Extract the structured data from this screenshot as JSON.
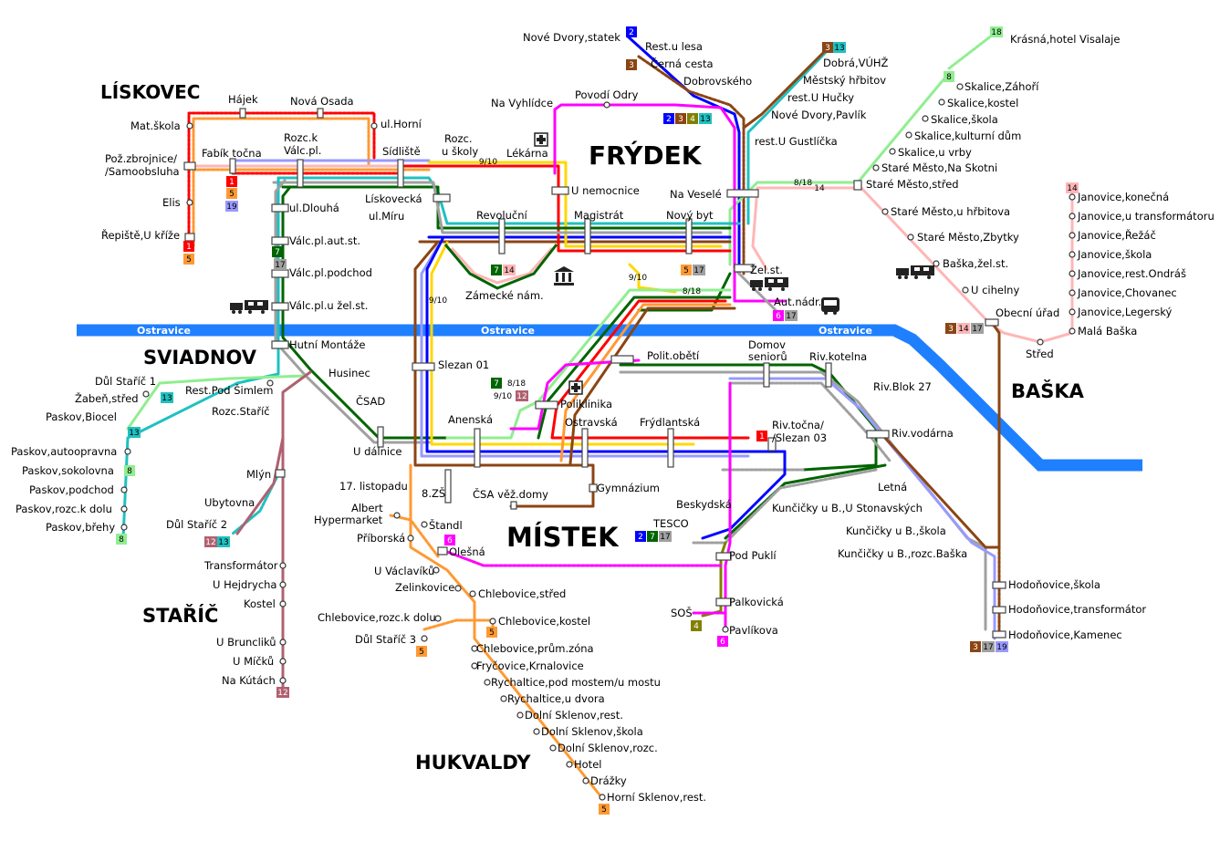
{
  "colors": {
    "l1": "#ff0000",
    "l2": "#0000ff",
    "l3": "#8b4513",
    "l4": "#808000",
    "l5": "#ff9933",
    "l6": "#ff00ff",
    "l7": "#006400",
    "l8": "#90ee90",
    "l9": "#ffd700",
    "l12": "#b06070",
    "l13": "#20c0c0",
    "l14": "#ffb6b6",
    "l17": "#a0a0a0",
    "l19": "#9999ff",
    "river": "#1e7fff"
  },
  "areas": [
    {
      "id": "liskovec",
      "name": "LÍSKOVEC"
    },
    {
      "id": "frydek",
      "name": "FRÝDEK"
    },
    {
      "id": "sviadnov",
      "name": "SVIADNOV"
    },
    {
      "id": "bazka",
      "name": "BAŠKA"
    },
    {
      "id": "mistek",
      "name": "MÍSTEK"
    },
    {
      "id": "staric",
      "name": "STAŘÍČ"
    },
    {
      "id": "hukvaldy",
      "name": "HUKVALDY"
    }
  ],
  "river": {
    "name": "Ostravice"
  },
  "stops": [
    "Nové Dvory,statek",
    "Rest.u lesa",
    "Černá cesta",
    "Dobrovského",
    "Dobrá,VÚHŽ",
    "Městský hřbitov",
    "rest.U Hučky",
    "Nové Dvory,Pavlík",
    "rest.U Gustlíčka",
    "Krásná,hotel Visalaje",
    "Skalice,Záhoří",
    "Skalice,kostel",
    "Skalice,škola",
    "Skalice,kulturní dům",
    "Skalice,u vrby",
    "Staré Město,Na Skotni",
    "Staré Město,střed",
    "Staré Město,u hřbitova",
    "Staré Město,Zbytky",
    "Baška,žel.st.",
    "U cihelny",
    "Obecní úřad",
    "Střed",
    "Janovice,konečná",
    "Janovice,u transformátoru",
    "Janovice,Řežáč",
    "Janovice,škola",
    "Janovice,rest.Ondráš",
    "Janovice,Chovanec",
    "Janovice,Legerský",
    "Malá Baška",
    "Hájek",
    "Nová Osada",
    "Mat.škola",
    "ul.Horní",
    "Pož.zbrojnice/",
    "/Samoobsluha",
    "Fabík točna",
    "Rozc.k",
    "Válc.pl.",
    "Sídliště",
    "Rozc.",
    "u školy",
    "Lékárna",
    "Na Vyhlídce",
    "Povodí Odry",
    "U nemocnice",
    "Na Veselé",
    "Elis",
    "Řepiště,U kříže",
    "Lískovecká",
    "ul.Dlouhá",
    "ul.Míru",
    "Revoluční",
    "Magistrát",
    "Nový byt",
    "Válc.pl.aut.st.",
    "Válc.pl.podchod",
    "Válc.pl.u žel.st.",
    "Žel.st.",
    "Zámecké nám.",
    "Aut.nádr.",
    "Hutní Montáže",
    "Husinec",
    "Slezan 01",
    "Polit.obětí",
    "Domov",
    "seniorů",
    "Riv.kotelna",
    "Důl Staříč 1",
    "Žabeň,střed",
    "Rest.Pod Šimlem",
    "Paskov,Biocel",
    "Rozc.Staříč",
    "ČSAD",
    "Riv.Blok 27",
    "Poliklinika",
    "Paskov,autoopravna",
    "Paskov,sokolovna",
    "Paskov,podchod",
    "Paskov,rozc.k dolu",
    "Paskov,břehy",
    "U dálnice",
    "Anenská",
    "Ostravská",
    "Frýdlantská",
    "Riv.točna/",
    "/Slezan 03",
    "Riv.vodárna",
    "Mlýn",
    "17. listopadu",
    "8.ZŠ",
    "ČSA věž.domy",
    "Gymnázium",
    "Letná",
    "Ubytovna",
    "Důl Staříč 2",
    "Albert",
    "Hypermarket",
    "Štandl",
    "Beskydská",
    "Kunčičky u B.,U Stonavských",
    "Příborská",
    "TESCO",
    "Olešná",
    "Kunčičky u B.,škola",
    "Kunčičky u B.,rozc.Baška",
    "Transformátor",
    "U Hejdrycha",
    "U Václavíků",
    "Zelinkovice",
    "Chlebovice,střed",
    "Pod Puklí",
    "Hodoňovice,škola",
    "Kostel",
    "Palkovická",
    "Hodoňovice,transformátor",
    "Chlebovice,rozc.k dolu",
    "Chlebovice,kostel",
    "SOŠ",
    "U Bruncliků",
    "Důl Staříč 3",
    "Pavlíkova",
    "Hodoňovice,Kamenec",
    "U Míčků",
    "Chlebovice,prům.zóna",
    "Na Kútách",
    "Fryčovice,Krnalovice",
    "Rychaltice,pod mostem/u mostu",
    "Rychaltice,u dvora",
    "Dolní Sklenov,rest.",
    "Dolní Sklenov,škola",
    "Dolní Sklenov,rozc.",
    "Hotel",
    "Drážky",
    "Horní Sklenov,rest."
  ],
  "badges": {
    "b2": "2",
    "b3": "3",
    "b13": "13",
    "b18": "18",
    "b8": "8",
    "b14": "14",
    "b1": "1",
    "b5": "5",
    "b19": "19",
    "b4": "4",
    "b6": "6",
    "b7": "7",
    "b12": "12",
    "b17": "17",
    "b8_18": "8/18",
    "b9_10": "9/10"
  }
}
